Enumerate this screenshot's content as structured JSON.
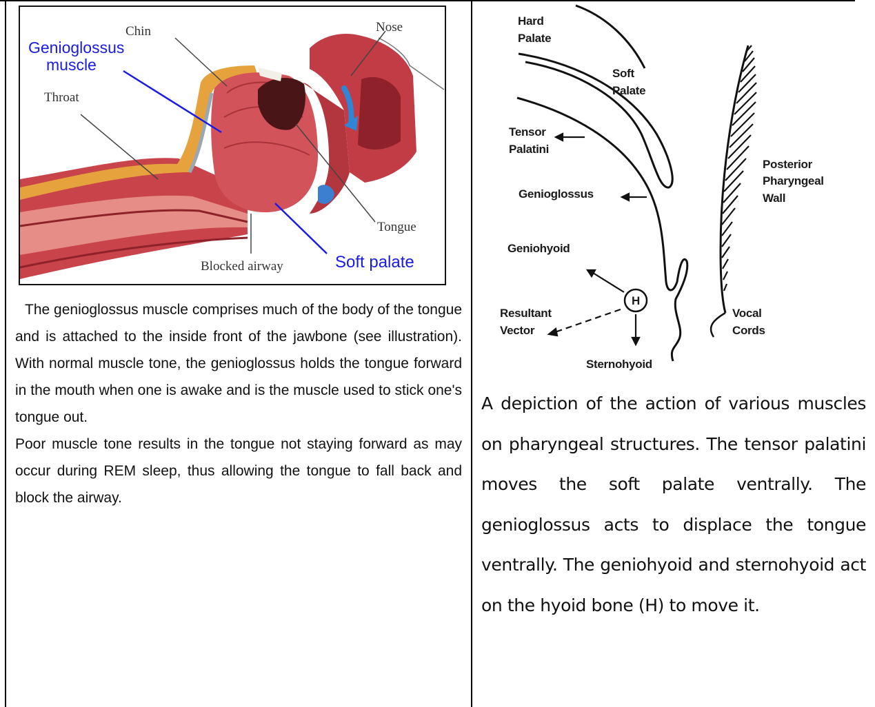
{
  "left_cell": {
    "figure": {
      "labels": {
        "chin": "Chin",
        "nose": "Nose",
        "genioglossus_line1": "Genioglossus",
        "genioglossus_line2": "muscle",
        "throat": "Throat",
        "tongue": "Tongue",
        "blocked_airway": "Blocked airway",
        "soft_palate": "Soft palate"
      }
    },
    "paragraph_1": "The genioglossus muscle comprises much of the body of the tongue and is attached to the inside front of the jawbone (see illustration). With normal muscle tone, the genioglossus holds the tongue forward in the mouth when one is awake and is the muscle used to stick one's tongue out.",
    "paragraph_2": "Poor muscle tone results in the tongue not staying forward as may occur during REM sleep, thus allowing the tongue to fall back and block the airway."
  },
  "right_cell": {
    "diagram": {
      "labels": {
        "hard_palate_1": "Hard",
        "hard_palate_2": "Palate",
        "soft_palate_1": "Soft",
        "soft_palate_2": "Palate",
        "tensor_1": "Tensor",
        "tensor_2": "Palatini",
        "posterior_1": "Posterior",
        "posterior_2": "Pharyngeal",
        "posterior_3": "Wall",
        "genioglossus": "Genioglossus",
        "geniohyoid": "Geniohyoid",
        "hyoid_marker": "H",
        "resultant_1": "Resultant",
        "resultant_2": "Vector",
        "vocal_1": "Vocal",
        "vocal_2": "Cords",
        "sternohyoid": "Sternohyoid"
      }
    },
    "caption": "A depiction of the action of various muscles on pharyngeal structures. The tensor palatini moves the soft palate ventrally. The genioglossus acts to displace the tongue ventrally. The geniohyoid and sternohyoid act on the hyoid bone (H) to move it."
  },
  "colors": {
    "flesh": "#c8434a",
    "flesh_dark": "#8e2129",
    "fat": "#e6a23c",
    "label_blue": "#1a1ae6"
  }
}
